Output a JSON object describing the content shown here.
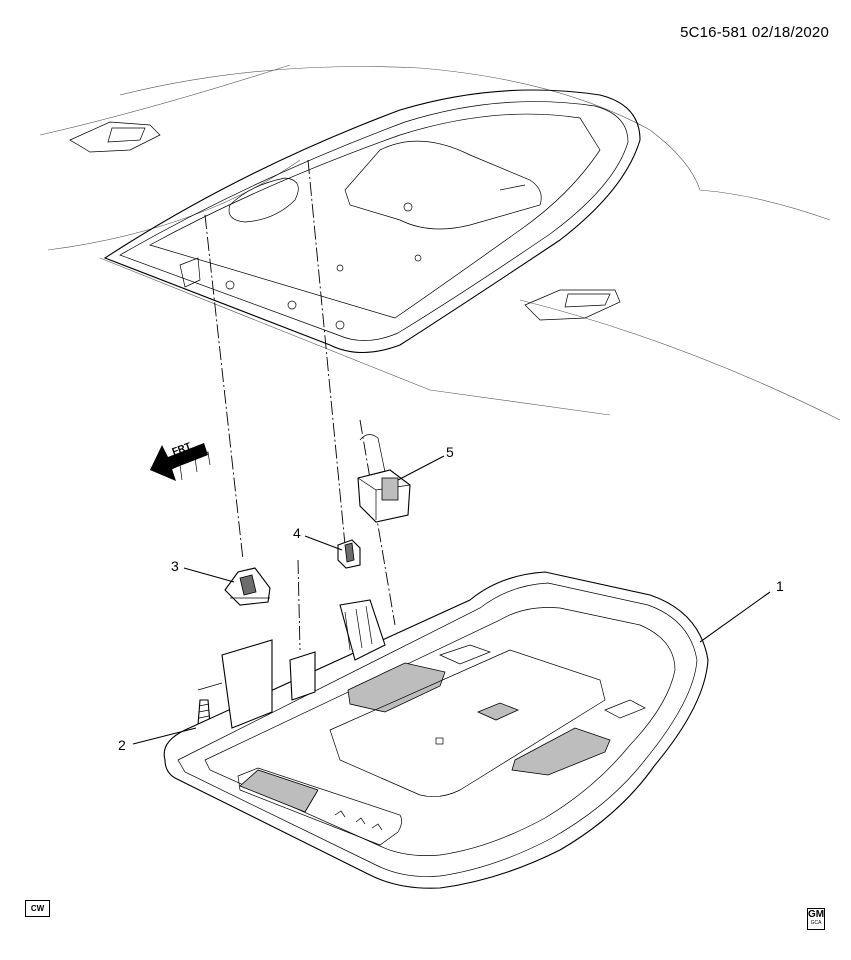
{
  "header": {
    "drawing_code": "5C16-581  02/18/2020"
  },
  "callouts": [
    {
      "id": "1",
      "label": "1"
    },
    {
      "id": "2",
      "label": "2"
    },
    {
      "id": "3",
      "label": "3"
    },
    {
      "id": "4",
      "label": "4"
    },
    {
      "id": "5",
      "label": "5"
    }
  ],
  "direction_arrow": {
    "label": "FRT"
  },
  "footer": {
    "cw_badge": "CW",
    "logo": {
      "text": "GM",
      "subtext": "GCA",
      "icon": "gm-logo-icon"
    }
  },
  "colors": {
    "line": "#000000",
    "background": "#ffffff",
    "fill_grey": "#bdbdbd"
  }
}
